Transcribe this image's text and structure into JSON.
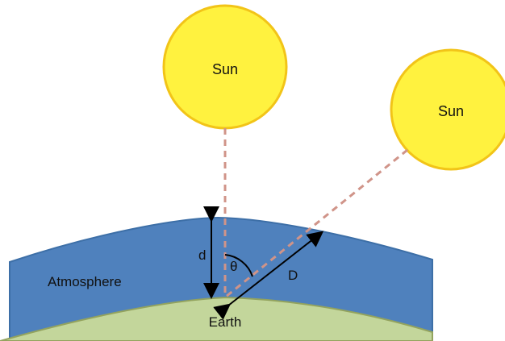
{
  "diagram": {
    "suns": [
      {
        "label": "Sun"
      },
      {
        "label": "Sun"
      }
    ],
    "labels": {
      "atmosphere": "Atmosphere",
      "earth": "Earth",
      "vertical_distance": "d",
      "slant_distance": "D",
      "angle": "θ"
    },
    "colors": {
      "sun_fill": "#FFF23F",
      "sun_stroke": "#F2C418",
      "atmosphere": "#4F81BD",
      "atmosphere_edge": "#3D6FA7",
      "earth": "#C3D69B",
      "earth_edge": "#93A35E",
      "dashed_ray": "#D09489",
      "arrow": "#000000"
    }
  }
}
